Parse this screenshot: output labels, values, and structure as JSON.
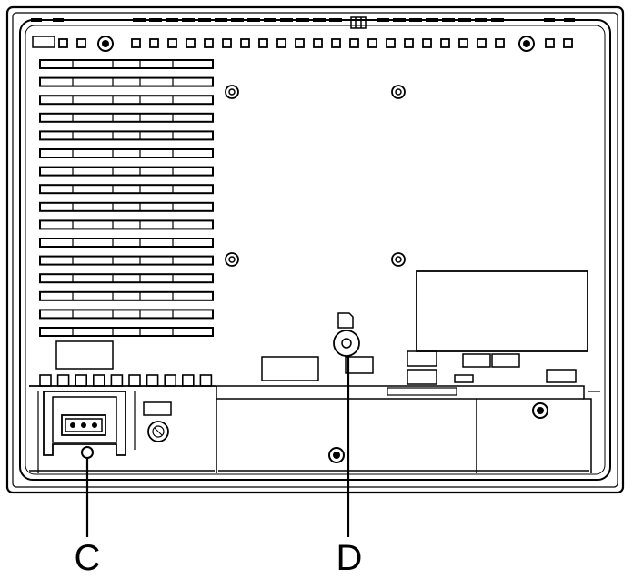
{
  "callouts": {
    "c": {
      "label": "C",
      "target": "power-connector"
    },
    "d": {
      "label": "D",
      "target": "ground-screw"
    }
  },
  "colors": {
    "line": "#000000",
    "background": "#ffffff"
  }
}
